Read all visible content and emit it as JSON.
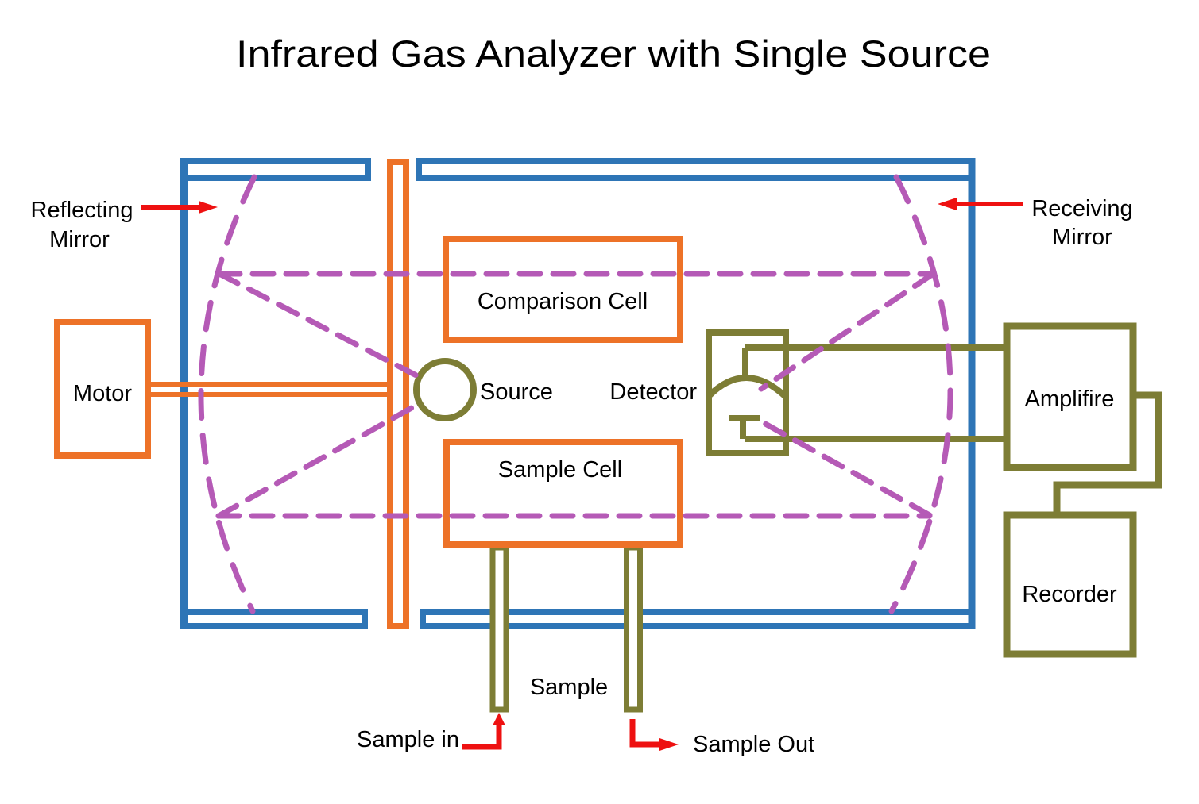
{
  "title": "Infrared Gas Analyzer with Single Source",
  "colors": {
    "enclosure_blue": "#2E75B6",
    "cell_orange": "#ED7228",
    "ray_purple": "#B55AB6",
    "component_olive": "#7D7D35",
    "arrow_red": "#EE1111",
    "text_black": "#000000"
  },
  "labels": {
    "reflecting_mirror": {
      "line1": "Reflecting",
      "line2": "Mirror"
    },
    "receiving_mirror": {
      "line1": "Receiving",
      "line2": "Mirror"
    },
    "motor": "Motor",
    "comparison_cell": "Comparison Cell",
    "sample_cell": "Sample Cell",
    "source": "Source",
    "detector": "Detector",
    "amplifier": "Amplifire",
    "recorder": "Recorder",
    "sample": "Sample",
    "sample_in": "Sample in",
    "sample_out": "Sample Out"
  }
}
